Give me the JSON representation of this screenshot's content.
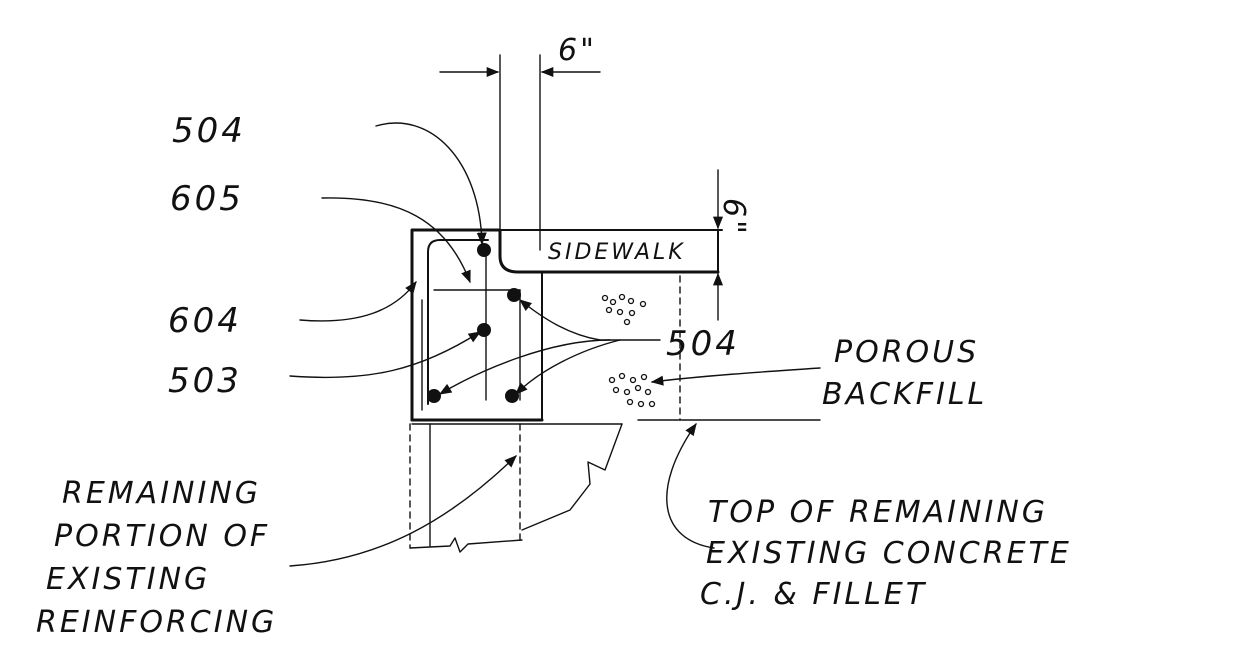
{
  "labels": {
    "dim_width": "6\"",
    "dim_height": "6\"",
    "bar_504_top": "504",
    "bar_605": "605",
    "bar_604": "604",
    "bar_503": "503",
    "bar_504_right": "504",
    "sidewalk": "SIDEWALK",
    "porous_backfill": [
      "POROUS",
      "BACKFILL"
    ],
    "remaining_reinforcing": [
      "REMAINING",
      "PORTION OF",
      "EXISTING",
      "REINFORCING"
    ],
    "top_of_concrete": [
      "TOP OF REMAINING",
      "EXISTING CONCRETE",
      "C.J. & FILLET"
    ]
  }
}
